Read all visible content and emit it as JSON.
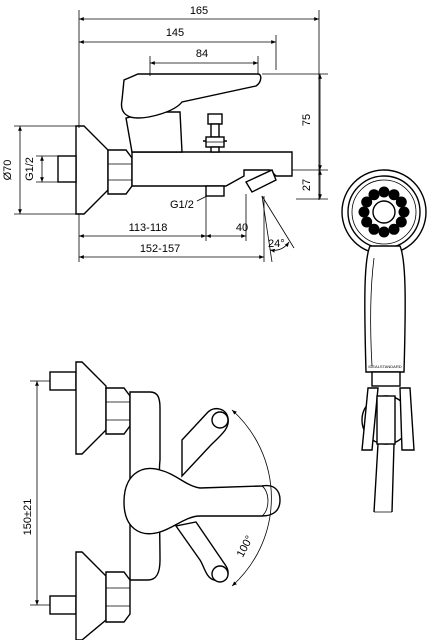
{
  "side_view": {
    "dims": {
      "overall_length": "165",
      "spout_length": "145",
      "lever_length": "84",
      "height_lever": "75",
      "height_outlet": "27",
      "wall_diameter": "Ø70",
      "inlet_thread": "G1/2",
      "hose_thread": "G1/2",
      "wall_to_outlet": "113-118",
      "outlet_spacing": "40",
      "total_projection": "152-157",
      "outlet_angle": "24°"
    }
  },
  "front_view": {
    "dims": {
      "centres": "150±21",
      "lever_rotation": "100°"
    }
  },
  "hand_shower": {
    "brand_mark": "IDEALSTANDARD"
  }
}
